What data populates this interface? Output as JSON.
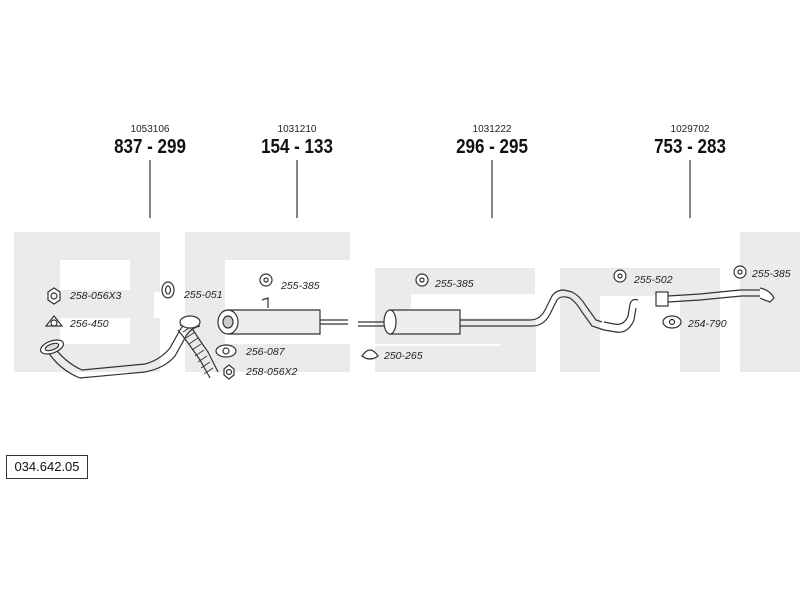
{
  "assemblies": [
    {
      "number": "1053106",
      "part": "837 - 299"
    },
    {
      "number": "1031210",
      "part": "154 - 133"
    },
    {
      "number": "1031222",
      "part": "296 - 295"
    },
    {
      "number": "1029702",
      "part": "753 - 283"
    }
  ],
  "parts": {
    "p1": "258-056X3",
    "p2": "256-450",
    "p3": "255-051",
    "p4": "255-385",
    "p5": "256-087",
    "p6": "258-056X2",
    "p7": "255-385",
    "p8": "250-265",
    "p9": "255-502",
    "p10": "254-790",
    "p11": "255-385"
  },
  "catalog_number": "034.642.05",
  "colors": {
    "watermark": "#ebebeb",
    "line": "#333333"
  }
}
